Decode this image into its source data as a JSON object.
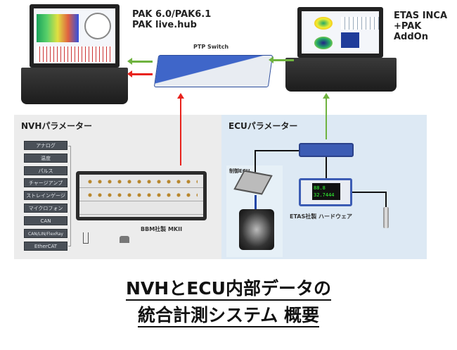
{
  "top": {
    "left_laptop_label_line1": "PAK 6.0/PAK6.1",
    "left_laptop_label_line2": "PAK live.hub",
    "switch_label": "PTP Switch",
    "right_laptop_label_line1": "ETAS INCA",
    "right_laptop_label_line2": "+PAK AddOn"
  },
  "nvh": {
    "title": "NVHパラメーター",
    "signals": [
      "アナログ",
      "温度",
      "パルス",
      "チャージアンプ",
      "ストレインゲージ",
      "マイクロフォン",
      "CAN",
      "CAN/LIN/FlexRay",
      "EtherCAT"
    ],
    "device_label": "BBM社製 MKII"
  },
  "ecu": {
    "title": "ECUパラメーター",
    "ecu_label": "制御ECU",
    "hardware_label": "ETAS社製 ハードウェア",
    "display_line1": "88.8",
    "display_line2": "32.7444"
  },
  "colors": {
    "red": "#e8231d",
    "green": "#6fb33f",
    "nvh_bg": "#ececec",
    "ecu_bg": "#dde9f4"
  },
  "caption": {
    "line1": "NVHとECU内部データの",
    "line2": "統合計測システム 概要"
  }
}
